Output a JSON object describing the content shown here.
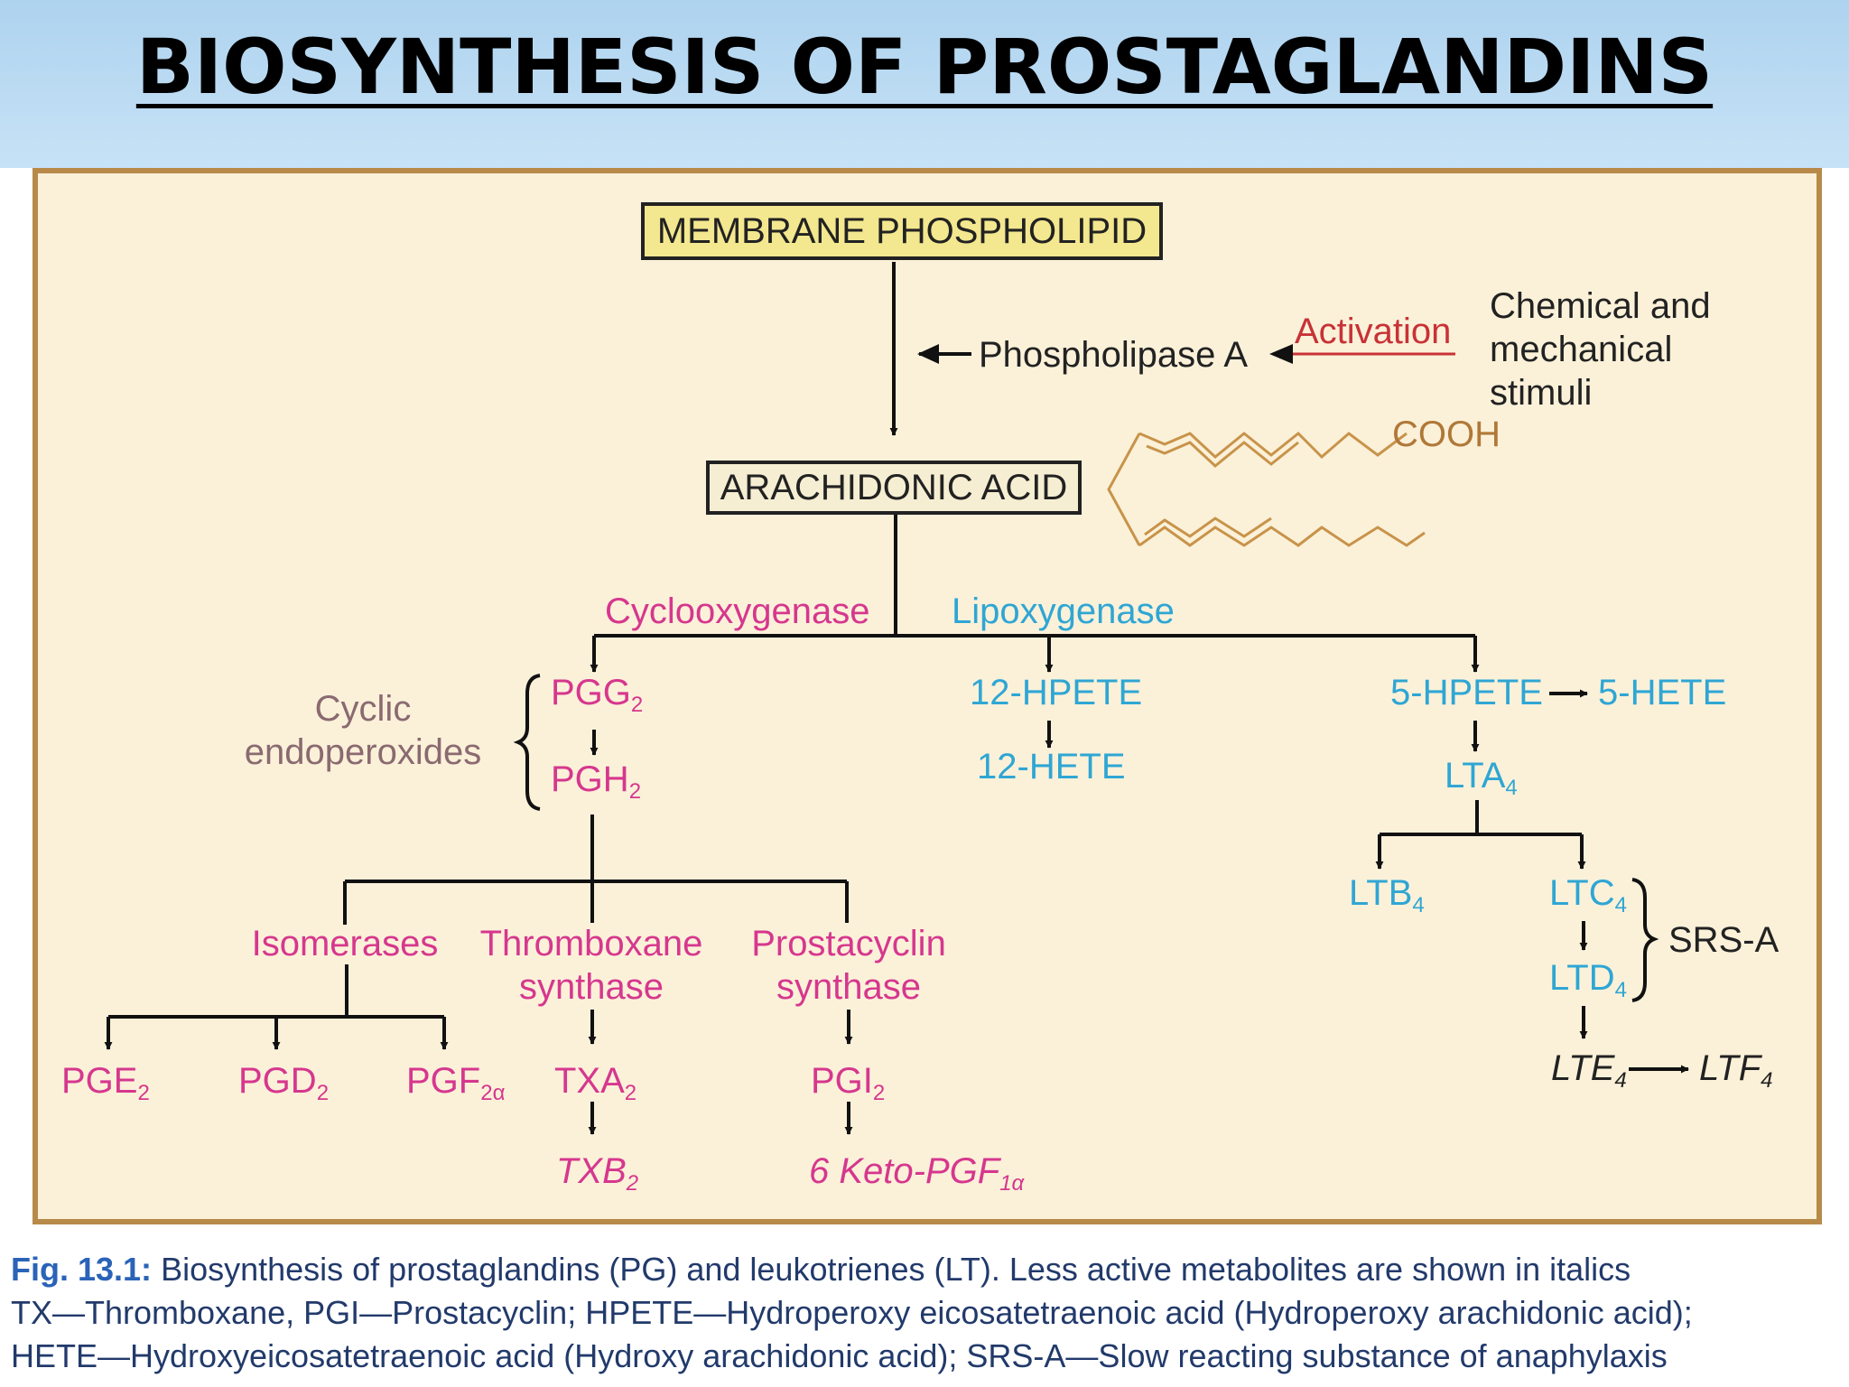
{
  "slide": {
    "title": "BIOSYNTHESIS OF PROSTAGLANDINS"
  },
  "diagram": {
    "membrane": "MEMBRANE PHOSPHOLIPID",
    "phospholipase": "Phospholipase A",
    "activation": "Activation",
    "stimuli": [
      "Chemical and",
      "mechanical",
      "stimuli"
    ],
    "cooh": "COOH",
    "arachidonic": "ARACHIDONIC ACID",
    "cyclooxygenase": "Cyclooxygenase",
    "lipoxygenase": "Lipoxygenase",
    "cyclic_endoperoxides": [
      "Cyclic",
      "endoperoxides"
    ],
    "pgg": {
      "base": "PGG",
      "sub": "2"
    },
    "pgh": {
      "base": "PGH",
      "sub": "2"
    },
    "isomerases": "Isomerases",
    "thromboxane_synthase": [
      "Thromboxane",
      "synthase"
    ],
    "prostacyclin_synthase": [
      "Prostacyclin",
      "synthase"
    ],
    "pge": {
      "base": "PGE",
      "sub": "2"
    },
    "pgd": {
      "base": "PGD",
      "sub": "2"
    },
    "pgf": {
      "base": "PGF",
      "sub": "2α"
    },
    "txa": {
      "base": "TXA",
      "sub": "2"
    },
    "txb": {
      "base": "TXB",
      "sub": "2"
    },
    "pgi": {
      "base": "PGI",
      "sub": "2"
    },
    "keto": {
      "base": "6 Keto-PGF",
      "sub": "1α"
    },
    "hpete12": "12-HPETE",
    "hete12": "12-HETE",
    "hpete5": "5-HPETE",
    "hete5": "5-HETE",
    "lta": {
      "base": "LTA",
      "sub": "4"
    },
    "ltb": {
      "base": "LTB",
      "sub": "4"
    },
    "ltc": {
      "base": "LTC",
      "sub": "4"
    },
    "ltd": {
      "base": "LTD",
      "sub": "4"
    },
    "lte": {
      "base": "LTE",
      "sub": "4"
    },
    "ltf": {
      "base": "LTF",
      "sub": "4"
    },
    "srs_a": "SRS-A"
  },
  "caption": {
    "fig_label": "Fig. 13.1:",
    "line1": "Biosynthesis of prostaglandins (PG) and leukotrienes (LT). Less active metabolites are shown in italics",
    "line2": "TX—Thromboxane, PGI—Prostacyclin; HPETE—Hydroperoxy eicosatetraenoic acid (Hydroperoxy arachidonic acid);",
    "line3": "HETE—Hydroxyeicosatetraenoic acid (Hydroxy arachidonic acid); SRS-A—Slow reacting substance of anaphylaxis"
  },
  "colors": {
    "header_bg": "#aed3ef",
    "panel_bg": "#fbf1d9",
    "panel_border": "#b88a4a",
    "membrane_box": "#f3e78f",
    "pink": "#d6378e",
    "cyan": "#2fa6d4",
    "activation_red": "#c83236",
    "molecule": "#c8934a",
    "caption_blue": "#223a6b",
    "fig_label_blue": "#2a63b8"
  }
}
